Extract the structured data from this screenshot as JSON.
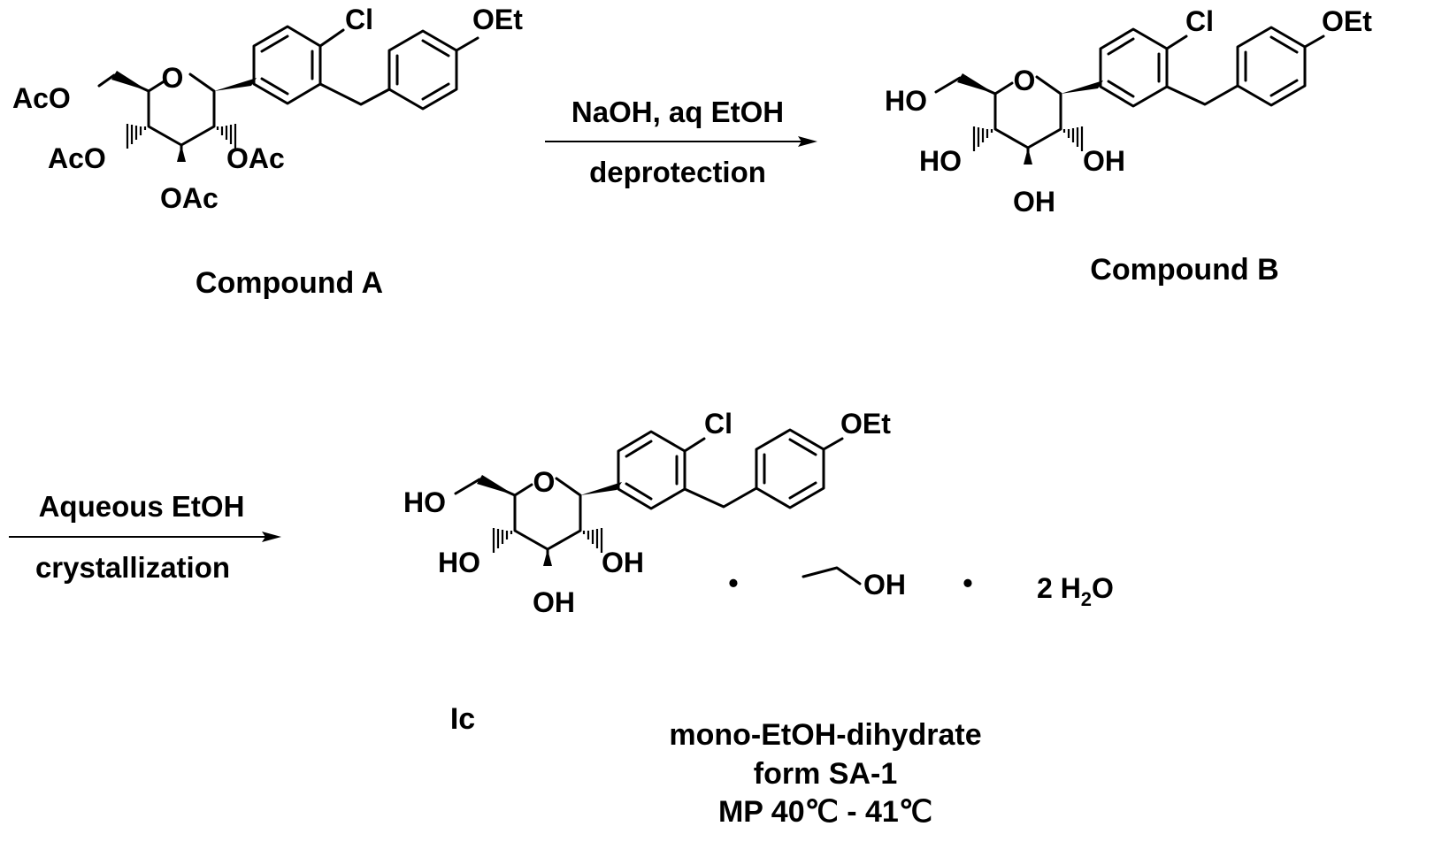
{
  "atoms": {
    "cl": "Cl",
    "oet": "OEt",
    "ring_o": "O",
    "aco": "AcO",
    "oac": "OAc",
    "ho": "HO",
    "oh": "OH"
  },
  "reaction1": {
    "reagent": "NaOH, aq EtOH",
    "process": "deprotection"
  },
  "reaction2": {
    "reagent": "Aqueous EtOH",
    "process": "crystallization"
  },
  "labels": {
    "compound_a": "Compound A",
    "compound_b": "Compound B",
    "product": "Ic",
    "dot": "•",
    "water_coef": "2 H",
    "water_sub": "2",
    "water_o": "O"
  },
  "product_info": {
    "form_desc": "mono-EtOH-dihydrate",
    "form_name": "form SA-1",
    "mp": "MP 40℃ - 41℃"
  }
}
